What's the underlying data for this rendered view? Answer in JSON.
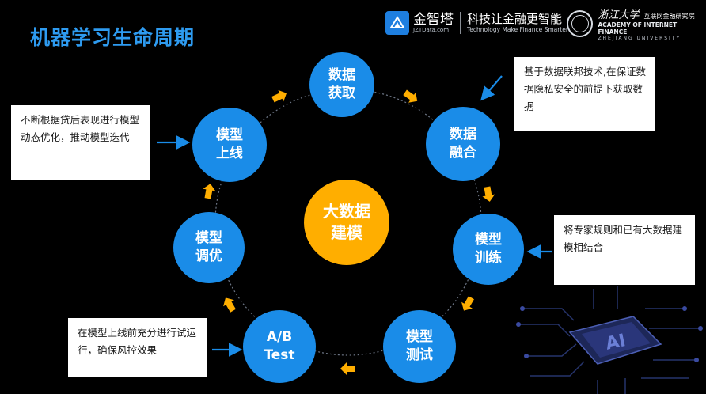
{
  "title": "机器学习生命周期",
  "header": {
    "brand_name": "金智塔",
    "brand_domain": "JZTData.com",
    "slogan_cn": "科技让金融更智能",
    "slogan_en": "Technology Make Finance Smarter",
    "university_cn": "浙江大学",
    "institute_cn": "互联网金融研究院",
    "academy_en": "ACADEMY OF INTERNET FINANCE",
    "university_en": "ZHEJIANG UNIVERSITY"
  },
  "center_label": "大数据\n建模",
  "stages": [
    {
      "label": "数据\n获取"
    },
    {
      "label": "数据\n融合"
    },
    {
      "label": "模型\n训练"
    },
    {
      "label": "模型\n测试"
    },
    {
      "label": "A/B\nTest"
    },
    {
      "label": "模型\n调优"
    },
    {
      "label": "模型\n上线"
    }
  ],
  "notes": {
    "fusion": "基于数据联邦技术,在保证数据隐私安全的前提下获取数据",
    "deploy": "不断根据贷后表现进行模型动态优化，推动模型迭代",
    "training": "将专家规则和已有大数据建模相结合",
    "abtest": "在模型上线前充分进行试运行，确保风控效果"
  },
  "colors": {
    "node": "#1a8ce8",
    "center": "#ffae00",
    "arrow": "#ffae00",
    "title": "#2e9bf0"
  },
  "icons": [
    "brand-logo-icon",
    "zju-seal-icon",
    "ai-chip-icon"
  ]
}
